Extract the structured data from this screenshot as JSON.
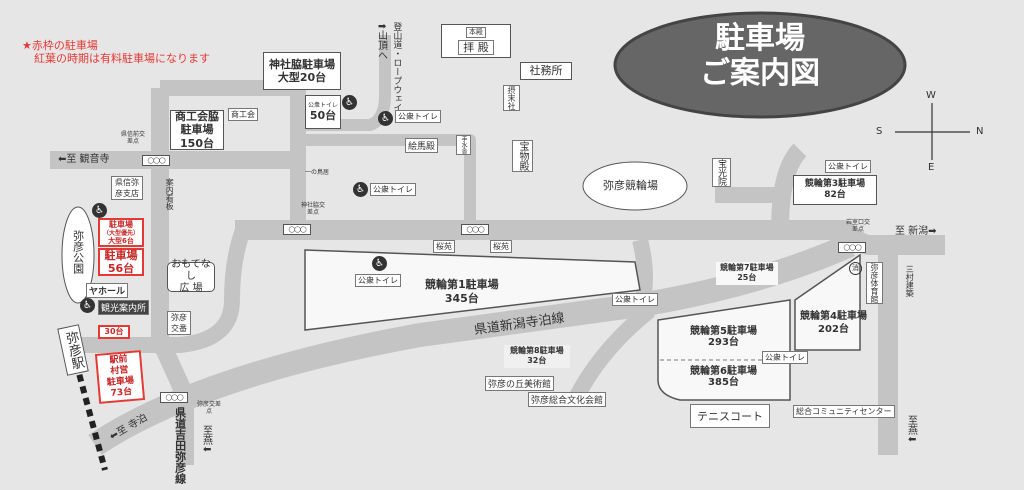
{
  "notice": {
    "line1": "★赤枠の駐車場",
    "line2": "紅葉の時期は有料駐車場になります"
  },
  "title": {
    "line1": "駐車場",
    "line2": "ご案内図"
  },
  "compass": {
    "n": "N",
    "s": "S",
    "e": "E",
    "w": "W"
  },
  "directions": {
    "kannonji": "⬅至 観音寺",
    "niigata": "至 新潟➡",
    "tsubame_left": "至燕⬇",
    "tsubame_right": "至燕⬇",
    "teradomari": "⬅至 寺泊",
    "summit": "⬆山頂へ",
    "mountain_path": "登山道・ロープウェイ"
  },
  "roads": {
    "prefectural_niigata": "県道新潟寺泊線",
    "prefectural_yoshida": "県道吉田弥彦線"
  },
  "parking": {
    "shrine_side": {
      "name": "神社脇駐車場",
      "count": "大型20台"
    },
    "lot50": {
      "count": "50台"
    },
    "shokokai": {
      "name": "商工会脇",
      "name2": "駐車場",
      "count": "150台"
    },
    "large_priority": {
      "name": "駐車場",
      "note": "（大型優先）",
      "count": "大型6台"
    },
    "lot56": {
      "name": "駐車場",
      "count": "56台"
    },
    "lot30": {
      "count": "30台"
    },
    "station_front": {
      "l1": "駅前",
      "l2": "村営",
      "l3": "駐車場",
      "count": "73台"
    },
    "keirin1": {
      "name": "競輪第1駐車場",
      "count": "345台"
    },
    "keirin3": {
      "name": "競輪第3駐車場",
      "count": "82台"
    },
    "keirin4": {
      "name": "競輪第4駐車場",
      "count": "202台"
    },
    "keirin5": {
      "name": "競輪第5駐車場",
      "count": "293台"
    },
    "keirin6": {
      "name": "競輪第6駐車場",
      "count": "385台"
    },
    "keirin7": {
      "name": "競輪第7駐車場",
      "count": "25台"
    },
    "keirin8": {
      "name": "競輪第8駐車場",
      "count": "32台"
    }
  },
  "places": {
    "honden": "本殿",
    "haiden": "拝 殿",
    "shamusho": "社務所",
    "setsumatsusha": "摂末社",
    "homotsuden": "宝物殿",
    "emaden": "絵馬殿",
    "temizusha": "手水舎",
    "sakuraen1": "桜苑",
    "sakuraen2": "桜苑",
    "ichinotorii": "一の鳥居",
    "shokokai": "商工会",
    "velodrome": "弥彦競輪場",
    "hokoin": "宝光院",
    "park": "弥彦公園",
    "yahall": "ヤホール",
    "tourist_info": "観光案内所",
    "omotenashi": "おもてなし",
    "omotenashi2": "広 場",
    "koban": "弥彦交番",
    "info_board": "案内看板",
    "bank": "県信弥彦支店",
    "station": "弥彦駅",
    "museum": "弥彦の丘美術館",
    "culture_hall": "弥彦総合文化会館",
    "tennis": "テニスコート",
    "community_center": "総合コミュニティセンター",
    "gym": "弥彦体育館",
    "builder": "三村建築",
    "fire": "消"
  },
  "intersections": {
    "kenshin": "県信前交差点",
    "jinja": "神社脇交差点",
    "yahiko": "弥彦交差点",
    "iwamuro": "岩室口交差点"
  },
  "toilet": "公衆トイレ",
  "wheelchair": "♿"
}
